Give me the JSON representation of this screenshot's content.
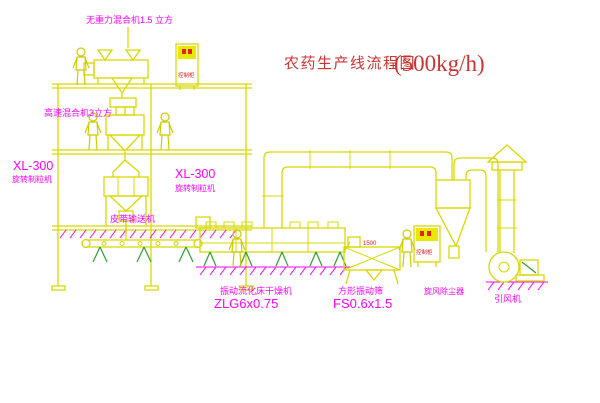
{
  "title": {
    "text": "农药生产线流程图",
    "capacity": "(500kg/h)"
  },
  "labels": {
    "top_mixer": "无重力混合机1.5 立方",
    "high_speed_mixer": "高速混合机3立方",
    "granulator_left_model": "XL-300",
    "granulator_left_name": "旋转制粒机",
    "granulator_right_model": "XL-300",
    "granulator_right_name": "旋转制粒机",
    "belt_conveyor": "皮带输送机",
    "dryer_name": "振动流化床干燥机",
    "dryer_model": "ZLG6x0.75",
    "sieve_name": "方形振动筛",
    "sieve_model": "FS0.6x1.5",
    "sieve_dimension": "1500",
    "cyclone": "旋风除尘器",
    "fan": "引风机",
    "control_cabinet_1": "控制柜",
    "control_cabinet_2": "控制柜"
  },
  "colors": {
    "background": "#ffffff",
    "line_yellow": "#d8d800",
    "line_green": "#2f9e2f",
    "label_magenta": "#ff00ff",
    "title_red": "#cc3333",
    "small_red": "#e22222"
  }
}
